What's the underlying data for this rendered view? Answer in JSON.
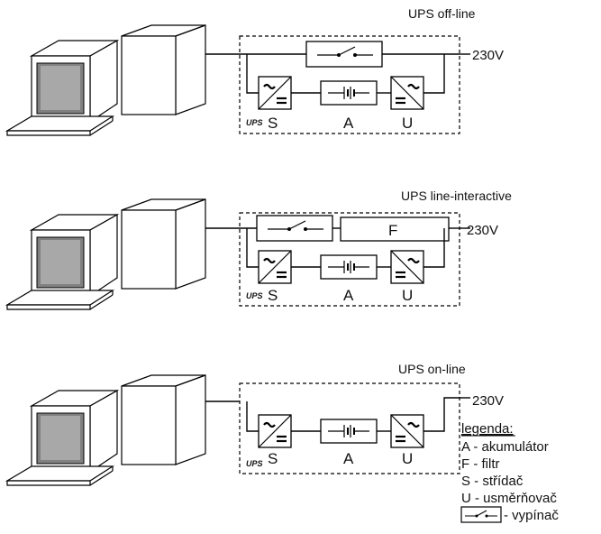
{
  "sections": [
    {
      "title": "UPS off-line",
      "voltage": "230V",
      "box_label": "UPS",
      "blocks": {
        "s": "S",
        "a": "A",
        "u": "U",
        "f": ""
      }
    },
    {
      "title": "UPS line-interactive",
      "voltage": "230V",
      "box_label": "UPS",
      "blocks": {
        "s": "S",
        "a": "A",
        "u": "U",
        "f": "F"
      }
    },
    {
      "title": "UPS on-line",
      "voltage": "230V",
      "box_label": "UPS",
      "blocks": {
        "s": "S",
        "a": "A",
        "u": "U",
        "f": ""
      }
    }
  ],
  "legend": {
    "heading": "legenda:",
    "items": [
      "A - akumulátor",
      "F - filtr",
      "S - střídač",
      "U - usměrňovač"
    ],
    "switch_text": "- vypínač"
  }
}
